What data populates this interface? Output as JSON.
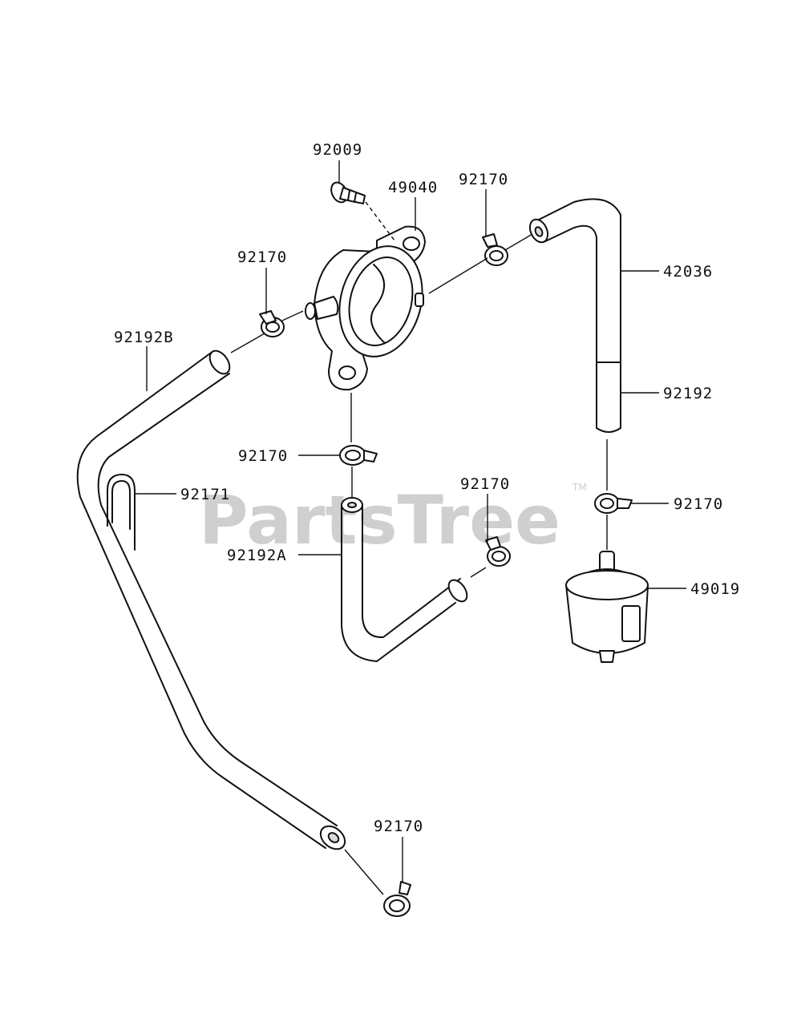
{
  "watermark": {
    "text": "PartsTree",
    "trademark": "TM"
  },
  "labels": {
    "l_92009": "92009",
    "l_49040": "49040",
    "l_92170_top": "92170",
    "l_42036": "42036",
    "l_92170_left": "92170",
    "l_92192B": "92192B",
    "l_92192": "92192",
    "l_92170_mid": "92170",
    "l_92170_right": "92170",
    "l_92171": "92171",
    "l_92170_center": "92170",
    "l_92192A": "92192A",
    "l_49019": "49019",
    "l_92170_bottom": "92170"
  }
}
